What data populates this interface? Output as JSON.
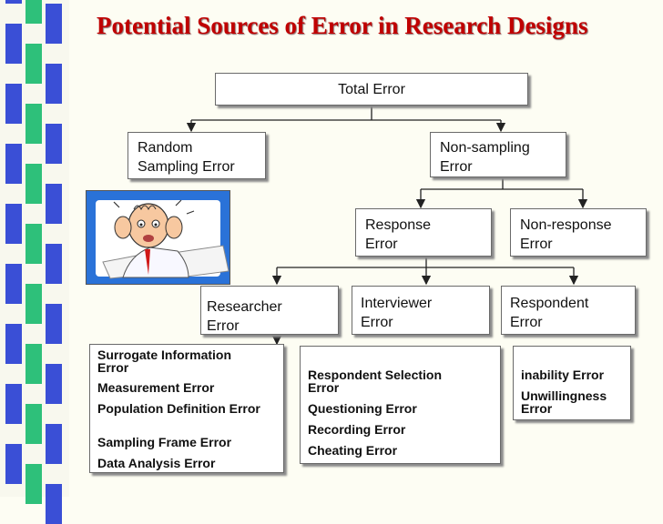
{
  "slide": {
    "title": "Potential Sources of Error in Research Designs"
  },
  "diagram": {
    "total": "Total Error",
    "random": [
      "Random",
      "Sampling Error"
    ],
    "nonsampling": [
      "Non-sampling",
      "Error"
    ],
    "response": [
      "Response",
      "Error"
    ],
    "nonresponse": [
      "Non-response",
      "Error"
    ],
    "researcher": [
      "Researcher",
      "Error"
    ],
    "interviewer": [
      "Interviewer",
      "Error"
    ],
    "respondent": [
      "Respondent",
      "Error"
    ]
  },
  "lists": {
    "researcher_items": [
      "Surrogate Information Error",
      "Measurement Error",
      "Population Definition Error",
      "Sampling Frame Error",
      "Data Analysis Error"
    ],
    "interviewer_items": [
      "Respondent Selection Error",
      "Questioning Error",
      "Recording Error",
      "Cheating Error"
    ],
    "respondent_items": [
      "inability Error",
      "Unwillingness Error"
    ]
  },
  "colors": {
    "title": "#c00000",
    "stripe_blue": "#3a4fd6",
    "stripe_green": "#2ec07a",
    "clipart_bg": "#2a72d8"
  },
  "icons": {
    "clipart": "stressed-person-icon"
  }
}
